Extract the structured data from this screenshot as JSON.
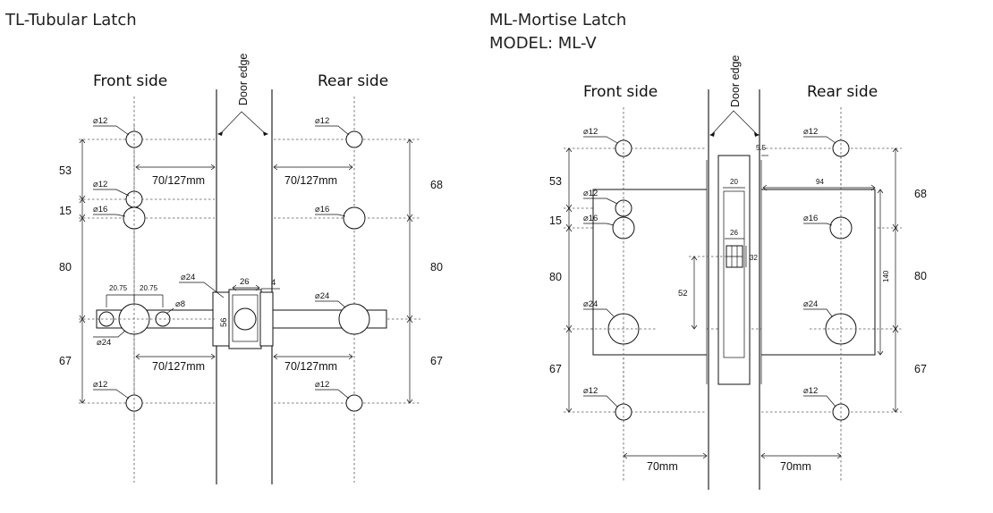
{
  "titles": {
    "tubular": "TL-Tubular Latch",
    "mortise": "ML-Mortise Latch",
    "mortise_model": "MODEL: ML-V"
  },
  "labels": {
    "front_side": "Front side",
    "rear_side": "Rear side",
    "door_edge": "Door edge"
  },
  "tubular": {
    "dia_12": "⌀12",
    "dia_16": "⌀16",
    "dia_24": "⌀24",
    "dia_8": "⌀8",
    "left_dims": [
      "53",
      "15",
      "80",
      "67"
    ],
    "right_dims": [
      "68",
      "80",
      "67"
    ],
    "backset": "70/127mm",
    "spacing_1": "20.75",
    "spacing_2": "20.75",
    "plate_width": "26",
    "plate_height": "56",
    "plate_offset": "4"
  },
  "mortise": {
    "dia_12": "⌀12",
    "dia_16": "⌀16",
    "dia_24": "⌀24",
    "left_dims": [
      "53",
      "15",
      "80",
      "67"
    ],
    "right_dims": [
      "68",
      "80",
      "67"
    ],
    "backset": "70mm",
    "offset": "5.5",
    "body_depth": "94",
    "body_height": "140",
    "faceplate_width": "20",
    "slot_width": "26",
    "slot_height": "32",
    "latch_offset": "52"
  }
}
